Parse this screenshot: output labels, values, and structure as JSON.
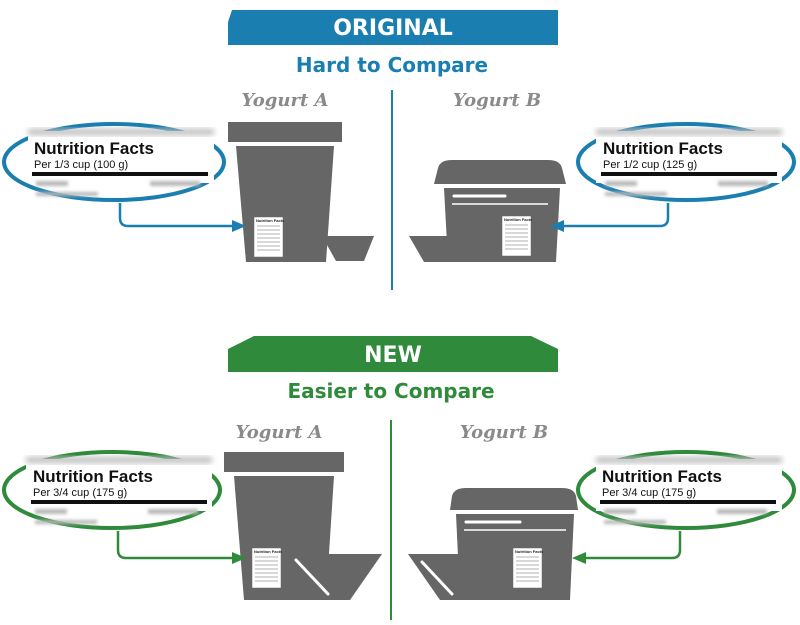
{
  "colors": {
    "original": "#1a7fb0",
    "new": "#2f8a3c",
    "container": "#666666",
    "label_text": "#8a8a8a"
  },
  "sections": [
    {
      "banner": "ORIGINAL",
      "subtitle": "Hard to Compare",
      "products": [
        {
          "name": "Yogurt A",
          "nutrition_title": "Nutrition Facts",
          "serving": "Per 1/3 cup (100 g)",
          "mini_label": "Nutrition Facts"
        },
        {
          "name": "Yogurt B",
          "nutrition_title": "Nutrition Facts",
          "serving": "Per 1/2 cup (125 g)",
          "mini_label": "Nutrition Facts"
        }
      ]
    },
    {
      "banner": "NEW",
      "subtitle": "Easier to Compare",
      "products": [
        {
          "name": "Yogurt A",
          "nutrition_title": "Nutrition Facts",
          "serving": "Per 3/4 cup (175 g)",
          "mini_label": "Nutrition Facts"
        },
        {
          "name": "Yogurt B",
          "nutrition_title": "Nutrition Facts",
          "serving": "Per 3/4 cup (175 g)",
          "mini_label": "Nutrition Facts"
        }
      ]
    }
  ]
}
